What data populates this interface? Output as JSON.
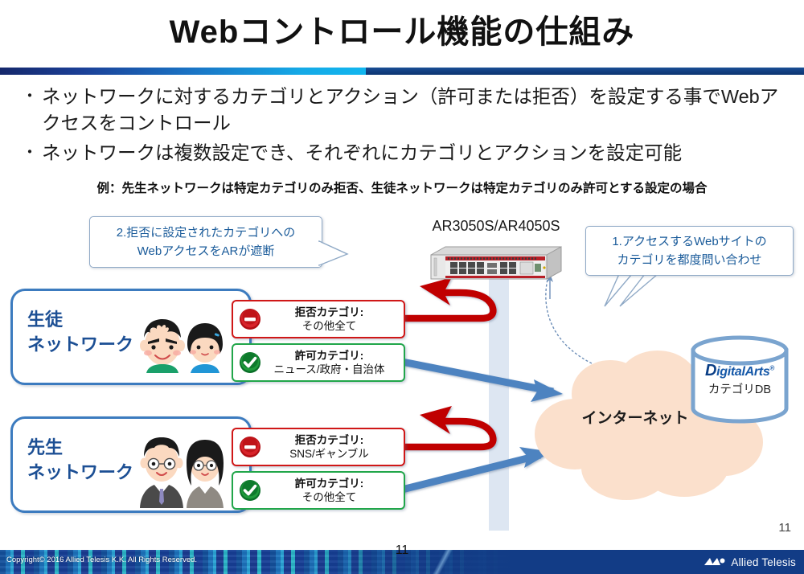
{
  "slide": {
    "title": "Webコントロール機能の仕組み",
    "page_number": "11",
    "accent_blue": "#1c4f94",
    "deny_color": "#d01717",
    "allow_color": "#21a64a",
    "cloud_color": "#fbe0cc",
    "band_color": "#dde6f2"
  },
  "bullets": [
    {
      "marker": "・",
      "text": "ネットワークに対するカテゴリとアクション（許可または拒否）を設定する事でWebアクセスをコントロール"
    },
    {
      "marker": "・",
      "text": "ネットワークは複数設定でき、それぞれにカテゴリとアクションを設定可能"
    }
  ],
  "example": "例：先生ネットワークは特定カテゴリのみ拒否、生徒ネットワークは特定カテゴリのみ許可とする設定の場合",
  "callouts": [
    {
      "id": "callout-2",
      "line1": "2.拒否に設定されたカテゴリへの",
      "line2": "WebアクセスをARが遮断"
    },
    {
      "id": "callout-1",
      "line1": "1.アクセスするWebサイトの",
      "line2": "カテゴリを都度問い合わせ"
    }
  ],
  "router": {
    "label": "AR3050S/AR4050S"
  },
  "networks": [
    {
      "id": "student",
      "label_line1": "生徒",
      "label_line2": "ネットワーク",
      "chips": [
        {
          "kind": "deny",
          "icon": "deny-icon",
          "head": "拒否カテゴリ:",
          "body": "その他全て"
        },
        {
          "kind": "allow",
          "icon": "allow-icon",
          "head": "許可カテゴリ:",
          "body": "ニュース/政府・自治体"
        }
      ]
    },
    {
      "id": "teacher",
      "label_line1": "先生",
      "label_line2": "ネットワーク",
      "chips": [
        {
          "kind": "deny",
          "icon": "deny-icon",
          "head": "拒否カテゴリ:",
          "body": "SNS/ギャンブル"
        },
        {
          "kind": "allow",
          "icon": "allow-icon",
          "head": "許可カテゴリ:",
          "body": "その他全て"
        }
      ]
    }
  ],
  "cloud": {
    "label": "インターネット"
  },
  "database": {
    "brand_d": "D",
    "brand_rest": "igitalArts",
    "brand_reg": "®",
    "caption": "カテゴリDB"
  },
  "footer": {
    "copyright": "Copyright© 2016 Allied Telesis K.K. All Rights Reserved.",
    "brand": "Allied Telesis",
    "logo": "allied-telesis-logo"
  }
}
